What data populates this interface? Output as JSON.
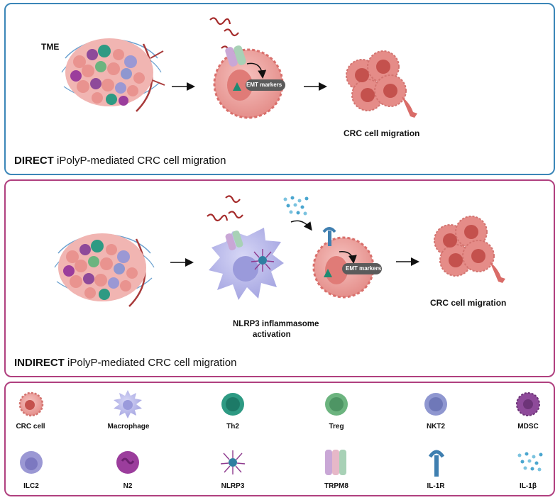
{
  "direct": {
    "tme_label": "TME",
    "emt_label": "EMT markers",
    "migration_label": "CRC cell migration",
    "title_bold": "DIRECT",
    "title_rest": " iPolyP-mediated CRC cell migration"
  },
  "indirect": {
    "emt_label": "EMT markers",
    "nlrp3_label_line1": "NLRP3 inflammasome",
    "nlrp3_label_line2": "activation",
    "migration_label": "CRC cell migration",
    "title_bold": "INDIRECT",
    "title_rest": " iPolyP-mediated CRC cell migration"
  },
  "legend": {
    "items": [
      {
        "label": "CRC cell"
      },
      {
        "label": "Macrophage"
      },
      {
        "label": "Th2"
      },
      {
        "label": "Treg"
      },
      {
        "label": "NKT2"
      },
      {
        "label": "MDSC"
      },
      {
        "label": "ILC2"
      },
      {
        "label": "N2"
      },
      {
        "label": "NLRP3"
      },
      {
        "label": "TRPM8"
      },
      {
        "label": "IL-1R"
      },
      {
        "label": "IL-1β"
      }
    ]
  },
  "colors": {
    "direct_border": "#3b86b8",
    "indirect_border": "#b0407f",
    "crc_cell": "#e9938f",
    "macrophage": "#b8b8ea",
    "th2": "#2e9a83",
    "treg": "#6cb47f",
    "nkt2": "#8f97d0",
    "mdsc": "#8e4a9a",
    "ilc2": "#9b98d4",
    "n2": "#9b3d9c",
    "polyp": "#a52b2b"
  }
}
